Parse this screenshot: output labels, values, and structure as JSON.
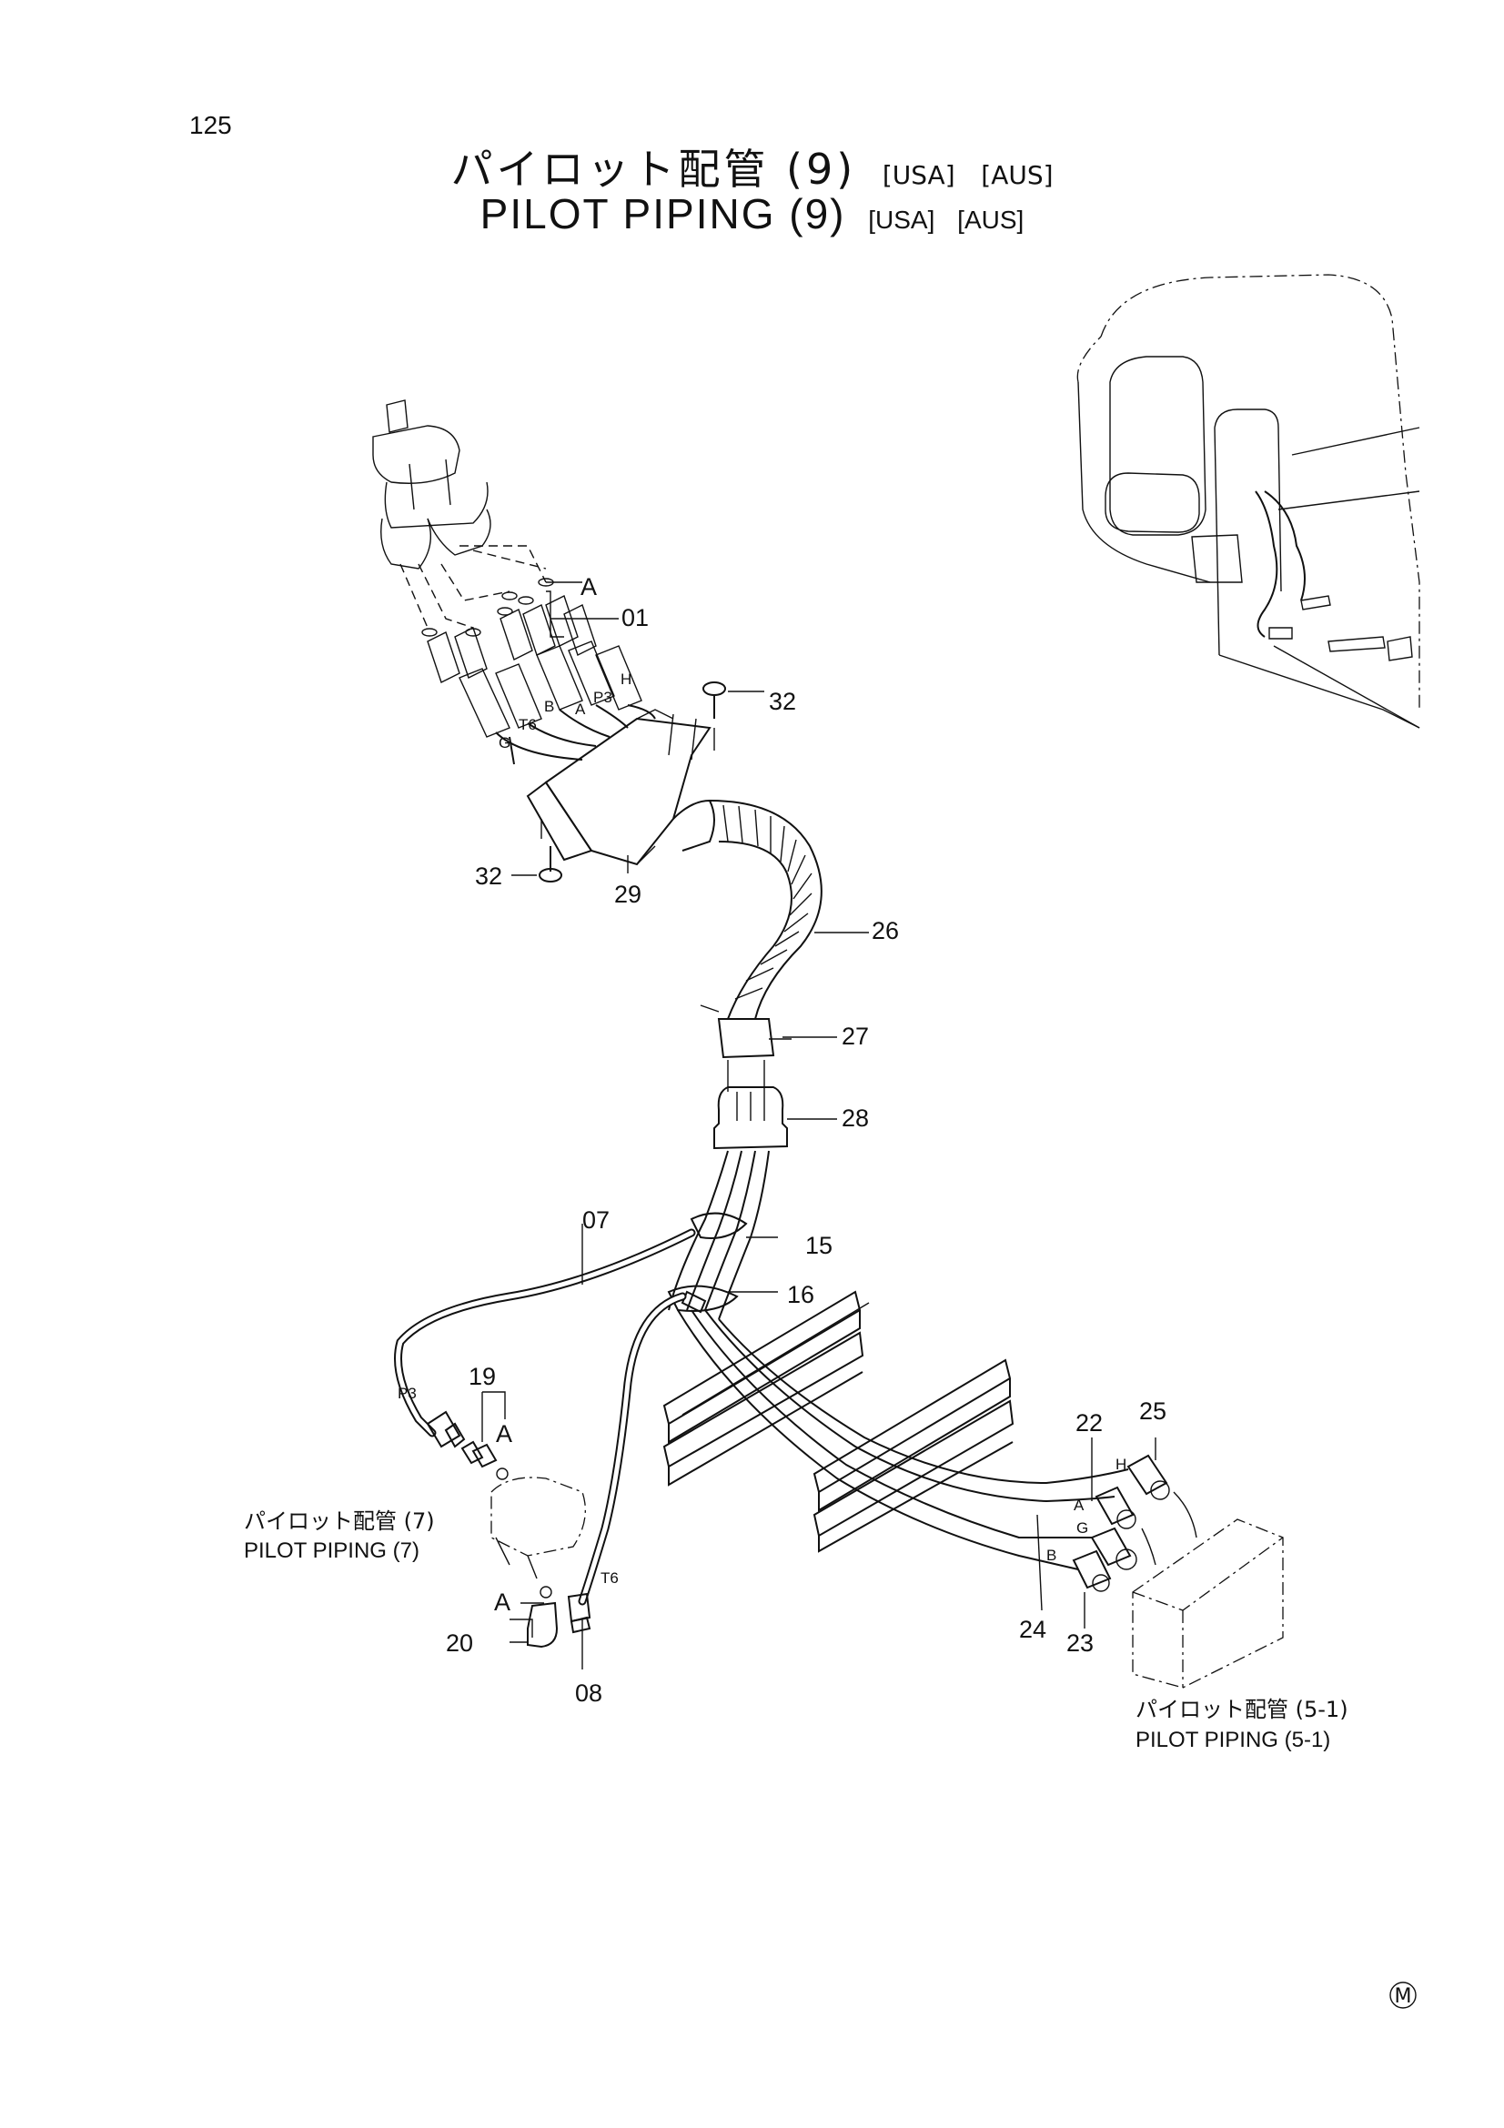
{
  "page_number": "125",
  "title": {
    "jp": "パイロット配管 (9)",
    "en": "PILOT PIPING (9)",
    "tags": [
      "[USA]",
      "[AUS]"
    ]
  },
  "callouts": {
    "c01": "01",
    "c07": "07",
    "c08": "08",
    "c15": "15",
    "c16": "16",
    "c19": "19",
    "c20": "20",
    "c22": "22",
    "c23": "23",
    "c24": "24",
    "c25": "25",
    "c26": "26",
    "c27": "27",
    "c28": "28",
    "c29": "29",
    "c32a": "32",
    "c32b": "32"
  },
  "detail_marks": {
    "a1": "A",
    "a2": "A",
    "a3": "A"
  },
  "port_labels": {
    "H_top": "H",
    "P3_top": "P3",
    "A_top": "A",
    "B_top": "B",
    "T6_top": "T6",
    "G_top": "G",
    "P3_left": "P3",
    "T6_left": "T6",
    "H_right": "H",
    "A_right": "A",
    "G_right": "G",
    "B_right": "B"
  },
  "references": {
    "ref7_jp": "パイロット配管 (7)",
    "ref7_en": "PILOT PIPING (7)",
    "ref51_jp": "パイロット配管 (5-1)",
    "ref51_en": "PILOT PIPING (5-1)"
  },
  "footer_mark": "M"
}
